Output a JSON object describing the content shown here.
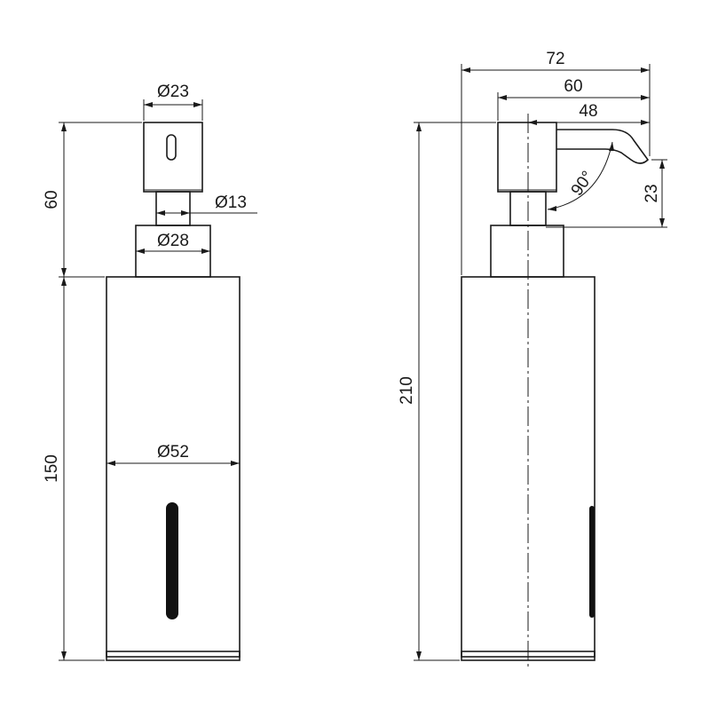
{
  "dimensions": {
    "front": {
      "cap_diameter": "Ø23",
      "stem_diameter": "Ø13",
      "collar_diameter": "Ø28",
      "body_diameter": "Ø52",
      "pump_height": "60",
      "body_height": "150"
    },
    "side": {
      "overall_reach": "72",
      "spout_reach": "60",
      "spout_length": "48",
      "spout_drop": "23",
      "spout_angle": "90°",
      "total_height": "210"
    }
  }
}
